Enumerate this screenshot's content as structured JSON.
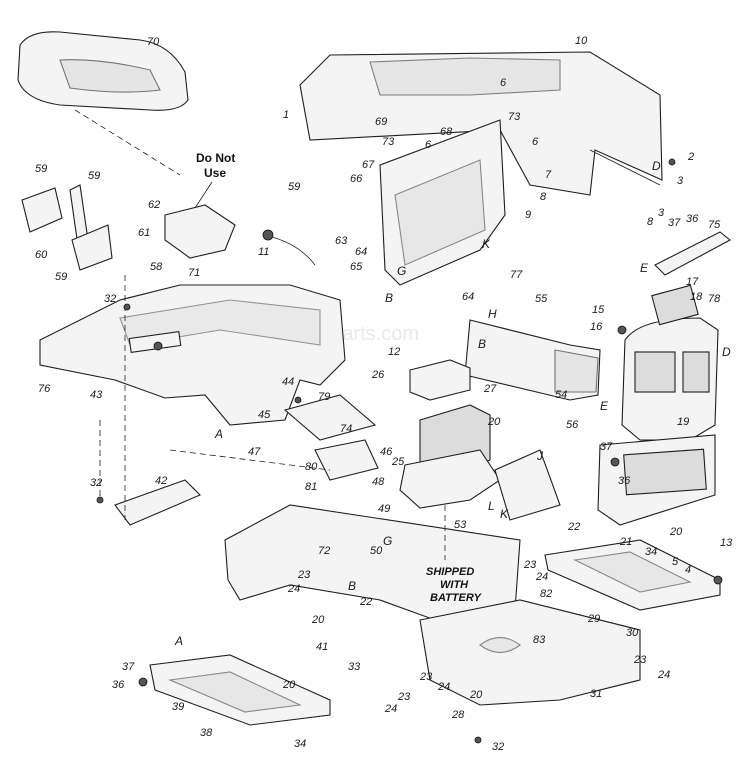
{
  "watermark": "eReplacementParts.com",
  "note": {
    "line1": "Do Not",
    "line2": "Use"
  },
  "shipped_note": {
    "line1": "SHIPPED",
    "line2": "WITH",
    "line3": "BATTERY"
  },
  "callouts": [
    {
      "id": "c70",
      "text": "70"
    },
    {
      "id": "c10",
      "text": "10"
    },
    {
      "id": "c1",
      "text": "1"
    },
    {
      "id": "c6a",
      "text": "6"
    },
    {
      "id": "c73a",
      "text": "73"
    },
    {
      "id": "c69",
      "text": "69"
    },
    {
      "id": "c68",
      "text": "68"
    },
    {
      "id": "c73b",
      "text": "73"
    },
    {
      "id": "c6b",
      "text": "6"
    },
    {
      "id": "c6c",
      "text": "6"
    },
    {
      "id": "c2",
      "text": "2"
    },
    {
      "id": "c3a",
      "text": "3"
    },
    {
      "id": "c67",
      "text": "67"
    },
    {
      "id": "c7",
      "text": "7"
    },
    {
      "id": "c59a",
      "text": "59"
    },
    {
      "id": "c59b",
      "text": "59"
    },
    {
      "id": "c59c",
      "text": "59"
    },
    {
      "id": "c59d",
      "text": "59"
    },
    {
      "id": "c66",
      "text": "66"
    },
    {
      "id": "c8a",
      "text": "8"
    },
    {
      "id": "c9",
      "text": "9"
    },
    {
      "id": "c62",
      "text": "62"
    },
    {
      "id": "c61",
      "text": "61"
    },
    {
      "id": "c60",
      "text": "60"
    },
    {
      "id": "c63",
      "text": "63"
    },
    {
      "id": "c64a",
      "text": "64"
    },
    {
      "id": "c65",
      "text": "65"
    },
    {
      "id": "c11",
      "text": "11"
    },
    {
      "id": "c58",
      "text": "58"
    },
    {
      "id": "c71",
      "text": "71"
    },
    {
      "id": "c77",
      "text": "77"
    },
    {
      "id": "c64b",
      "text": "64"
    },
    {
      "id": "c8b",
      "text": "8"
    },
    {
      "id": "c3b",
      "text": "3"
    },
    {
      "id": "c37a",
      "text": "37"
    },
    {
      "id": "c36a",
      "text": "36"
    },
    {
      "id": "c75",
      "text": "75"
    },
    {
      "id": "c32a",
      "text": "32"
    },
    {
      "id": "c55",
      "text": "55"
    },
    {
      "id": "c17",
      "text": "17"
    },
    {
      "id": "c18",
      "text": "18"
    },
    {
      "id": "c78",
      "text": "78"
    },
    {
      "id": "c15",
      "text": "15"
    },
    {
      "id": "c16",
      "text": "16"
    },
    {
      "id": "c12",
      "text": "12"
    },
    {
      "id": "c76",
      "text": "76"
    },
    {
      "id": "c43",
      "text": "43"
    },
    {
      "id": "c26",
      "text": "26"
    },
    {
      "id": "c27",
      "text": "27"
    },
    {
      "id": "c44",
      "text": "44"
    },
    {
      "id": "c54",
      "text": "54"
    },
    {
      "id": "c45",
      "text": "45"
    },
    {
      "id": "c79",
      "text": "79"
    },
    {
      "id": "c19",
      "text": "19"
    },
    {
      "id": "c56",
      "text": "56"
    },
    {
      "id": "c74",
      "text": "74"
    },
    {
      "id": "c47",
      "text": "47"
    },
    {
      "id": "c46",
      "text": "46"
    },
    {
      "id": "c25",
      "text": "25"
    },
    {
      "id": "c20a",
      "text": "20"
    },
    {
      "id": "c37b",
      "text": "37"
    },
    {
      "id": "c80",
      "text": "80"
    },
    {
      "id": "c81",
      "text": "81"
    },
    {
      "id": "c48",
      "text": "48"
    },
    {
      "id": "c36b",
      "text": "36"
    },
    {
      "id": "c32b",
      "text": "32"
    },
    {
      "id": "c42",
      "text": "42"
    },
    {
      "id": "c49",
      "text": "49"
    },
    {
      "id": "c53",
      "text": "53"
    },
    {
      "id": "c22a",
      "text": "22"
    },
    {
      "id": "c21",
      "text": "21"
    },
    {
      "id": "c20b",
      "text": "20"
    },
    {
      "id": "c13",
      "text": "13"
    },
    {
      "id": "c72",
      "text": "72"
    },
    {
      "id": "c50",
      "text": "50"
    },
    {
      "id": "c23a",
      "text": "23"
    },
    {
      "id": "c24a",
      "text": "24"
    },
    {
      "id": "c34a",
      "text": "34"
    },
    {
      "id": "c23b",
      "text": "23"
    },
    {
      "id": "c24b",
      "text": "24"
    },
    {
      "id": "c5",
      "text": "5"
    },
    {
      "id": "c4",
      "text": "4"
    },
    {
      "id": "c22b",
      "text": "22"
    },
    {
      "id": "c82",
      "text": "82"
    },
    {
      "id": "c20c",
      "text": "20"
    },
    {
      "id": "c29",
      "text": "29"
    },
    {
      "id": "c83",
      "text": "83"
    },
    {
      "id": "c30",
      "text": "30"
    },
    {
      "id": "c41",
      "text": "41"
    },
    {
      "id": "c33",
      "text": "33"
    },
    {
      "id": "c23c",
      "text": "23"
    },
    {
      "id": "c24c",
      "text": "24"
    },
    {
      "id": "c37c",
      "text": "37"
    },
    {
      "id": "c36c",
      "text": "36"
    },
    {
      "id": "c20d",
      "text": "20"
    },
    {
      "id": "c39",
      "text": "39"
    },
    {
      "id": "c23d",
      "text": "23"
    },
    {
      "id": "c24d",
      "text": "24"
    },
    {
      "id": "c23e",
      "text": "23"
    },
    {
      "id": "c24e",
      "text": "24"
    },
    {
      "id": "c20e",
      "text": "20"
    },
    {
      "id": "c31",
      "text": "31"
    },
    {
      "id": "c38",
      "text": "38"
    },
    {
      "id": "c28",
      "text": "28"
    },
    {
      "id": "c34b",
      "text": "34"
    },
    {
      "id": "c32c",
      "text": "32"
    }
  ],
  "letters": [
    {
      "id": "lD1",
      "text": "D"
    },
    {
      "id": "lG1",
      "text": "G"
    },
    {
      "id": "lB1",
      "text": "B"
    },
    {
      "id": "lK1",
      "text": "K"
    },
    {
      "id": "lE1",
      "text": "E"
    },
    {
      "id": "lH",
      "text": "H"
    },
    {
      "id": "lB2",
      "text": "B"
    },
    {
      "id": "lD2",
      "text": "D"
    },
    {
      "id": "lA1",
      "text": "A"
    },
    {
      "id": "lE2",
      "text": "E"
    },
    {
      "id": "lJ",
      "text": "J"
    },
    {
      "id": "lL",
      "text": "L"
    },
    {
      "id": "lK2",
      "text": "K"
    },
    {
      "id": "lG2",
      "text": "G"
    },
    {
      "id": "lB3",
      "text": "B"
    },
    {
      "id": "lA2",
      "text": "A"
    }
  ]
}
